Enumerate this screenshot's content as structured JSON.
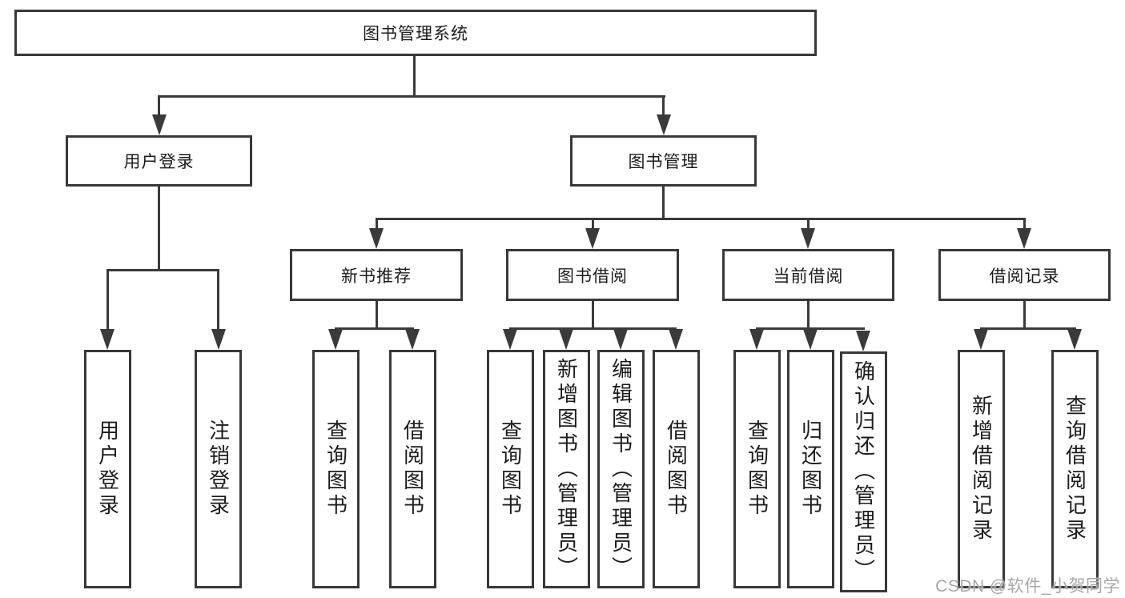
{
  "diagram_title": "图书管理系统",
  "tree": {
    "root": {
      "label": "图书管理系统"
    },
    "branches": [
      {
        "label": "用户登录",
        "children": [
          {
            "label": "用户登录"
          },
          {
            "label": "注销登录"
          }
        ]
      },
      {
        "label": "图书管理",
        "groups": [
          {
            "label": "新书推荐",
            "children": [
              {
                "label": "查询图书"
              },
              {
                "label": "借阅图书"
              }
            ]
          },
          {
            "label": "图书借阅",
            "children": [
              {
                "label": "查询图书"
              },
              {
                "label": "新增图书（管理员）"
              },
              {
                "label": "编辑图书（管理员）"
              },
              {
                "label": "借阅图书"
              }
            ]
          },
          {
            "label": "当前借阅",
            "children": [
              {
                "label": "查询图书"
              },
              {
                "label": "归还图书"
              },
              {
                "label": "确认归还（管理员）"
              }
            ]
          },
          {
            "label": "借阅记录",
            "children": [
              {
                "label": "新增借阅记录"
              },
              {
                "label": "查询借阅记录"
              }
            ]
          }
        ]
      }
    ]
  },
  "watermark": "CSDN @软件_小贺同学",
  "colors": {
    "line": "#3a3a3a",
    "box_border": "#383838",
    "text": "#1c1c1c",
    "background": "#ffffff",
    "watermark": "#a8a8ab"
  }
}
